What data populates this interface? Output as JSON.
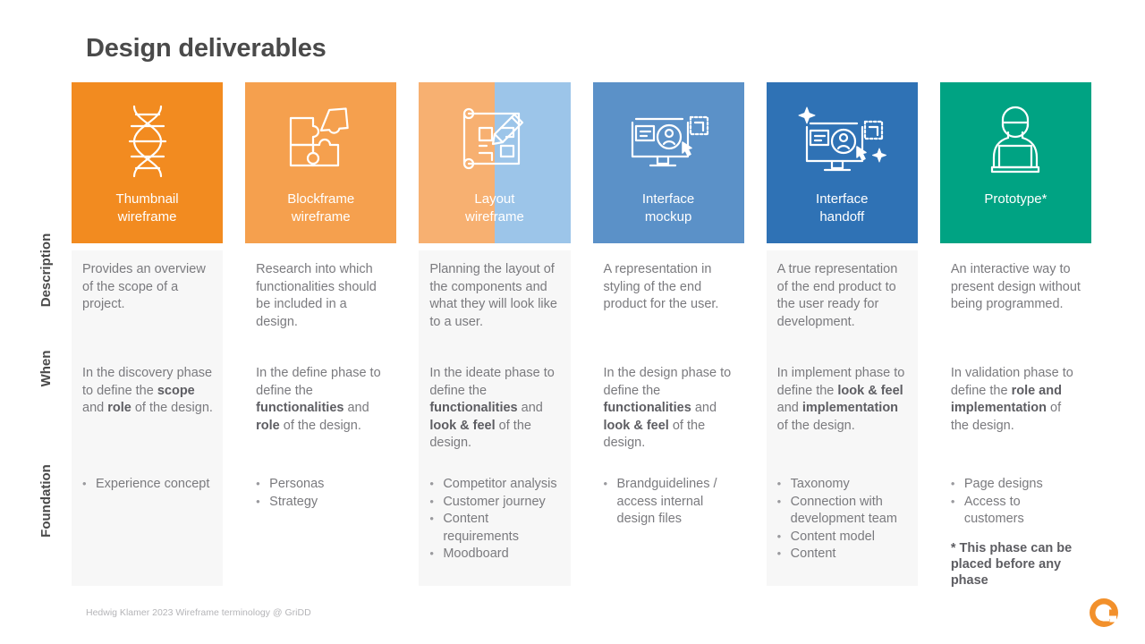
{
  "page": {
    "title": "Design deliverables",
    "footer_credit": "Hedwig Klamer 2023 Wireframe terminology @ GriDD",
    "logo_letter": "G",
    "logo_color": "#f2902b"
  },
  "row_labels": {
    "description": "Description",
    "when": "When",
    "foundation": "Foundation"
  },
  "columns": [
    {
      "id": "thumbnail-wireframe",
      "label": "Thumbnail\nwireframe",
      "icon": "dna-helix-icon",
      "color": "#f28b20",
      "color_right": "#f28b20",
      "striped": true,
      "description": "Provides an overview of the scope of a project.",
      "when": [
        {
          "text": "In the discovery phase to define the ",
          "bold": false
        },
        {
          "text": "scope",
          "bold": true
        },
        {
          "text": " and ",
          "bold": false
        },
        {
          "text": "role",
          "bold": true
        },
        {
          "text": " of the design.",
          "bold": false
        }
      ],
      "foundation": [
        "Experience concept"
      ],
      "footnote": ""
    },
    {
      "id": "blockframe-wireframe",
      "label": "Blockframe\nwireframe",
      "icon": "puzzle-pieces-icon",
      "color": "#f5a04e",
      "color_right": "#f5a04e",
      "striped": false,
      "description": "Research into which functionalities should be included in a design.",
      "when": [
        {
          "text": "In the define phase to define the ",
          "bold": false
        },
        {
          "text": "functionalities",
          "bold": true
        },
        {
          "text": " and ",
          "bold": false
        },
        {
          "text": "role",
          "bold": true
        },
        {
          "text": " of the design.",
          "bold": false
        }
      ],
      "foundation": [
        "Personas",
        "Strategy"
      ],
      "footnote": ""
    },
    {
      "id": "layout-wireframe",
      "label": "Layout\nwireframe",
      "icon": "blueprint-pencil-icon",
      "color": "#f7b071",
      "color_right": "#9cc5e9",
      "striped": true,
      "description": "Planning the layout of the components and what they will look like to a user.",
      "when": [
        {
          "text": "In the ideate phase to define the ",
          "bold": false
        },
        {
          "text": "functionalities",
          "bold": true
        },
        {
          "text": " and ",
          "bold": false
        },
        {
          "text": "look & feel",
          "bold": true
        },
        {
          "text": " of the design.",
          "bold": false
        }
      ],
      "foundation": [
        "Competitor analysis",
        "Customer journey",
        "Content requirements",
        "Moodboard"
      ],
      "footnote": ""
    },
    {
      "id": "interface-mockup",
      "label": "Interface\nmockup",
      "icon": "monitor-user-cursor-icon",
      "color": "#5b91c8",
      "color_right": "#5b91c8",
      "striped": false,
      "description": "A representation in styling of the end product for the user.",
      "when": [
        {
          "text": "In the design phase to define the ",
          "bold": false
        },
        {
          "text": "functionalities",
          "bold": true
        },
        {
          "text": " and ",
          "bold": false
        },
        {
          "text": "look & feel",
          "bold": true
        },
        {
          "text": " of the design.",
          "bold": false
        }
      ],
      "foundation": [
        "Brandguidelines / access internal design files"
      ],
      "footnote": ""
    },
    {
      "id": "interface-handoff",
      "label": "Interface\nhandoff",
      "icon": "monitor-sparkle-handoff-icon",
      "color": "#2f72b5",
      "color_right": "#2f72b5",
      "striped": true,
      "description": "A true representation of the end product to the user ready for development.",
      "when": [
        {
          "text": "In implement phase to define the ",
          "bold": false
        },
        {
          "text": "look & feel",
          "bold": true
        },
        {
          "text": " and ",
          "bold": false
        },
        {
          "text": "implementation",
          "bold": true
        },
        {
          "text": " of the design.",
          "bold": false
        }
      ],
      "foundation": [
        "Taxonomy",
        "Connection with development team",
        "Content model",
        "Content"
      ],
      "footnote": ""
    },
    {
      "id": "prototype",
      "label": "Prototype*",
      "icon": "person-laptop-icon",
      "color": "#00a383",
      "color_right": "#00a383",
      "striped": false,
      "description": "An interactive way to present design without being programmed.",
      "when": [
        {
          "text": "In validation phase to define the ",
          "bold": false
        },
        {
          "text": "role and implementation",
          "bold": true
        },
        {
          "text": " of the design.",
          "bold": false
        }
      ],
      "foundation": [
        "Page designs",
        "Access to customers"
      ],
      "footnote": "* This phase can be placed before any phase"
    }
  ]
}
